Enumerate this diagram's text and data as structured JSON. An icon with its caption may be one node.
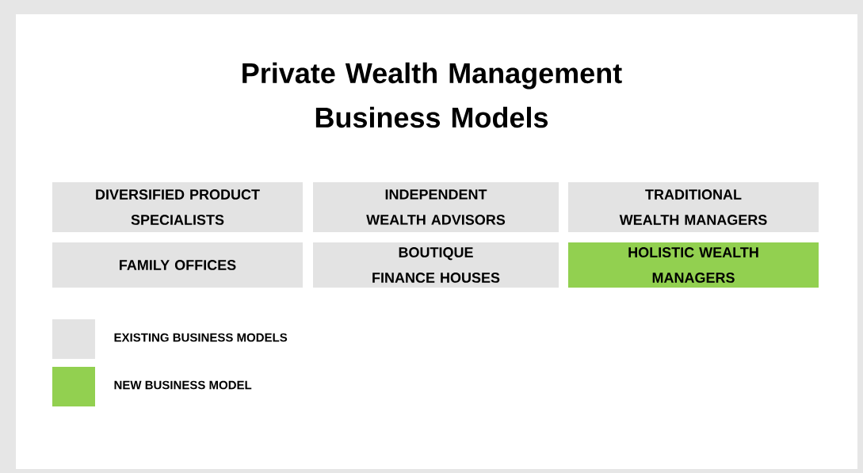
{
  "diagram": {
    "title": "Private Wealth Management Business Models",
    "nodes": [
      {
        "text": [
          "DIVERSIFIED PRODUCT SPECIALISTS"
        ]
      },
      {
        "text": [
          "INDEPENDENT WEALTH ADVISORS"
        ]
      },
      {
        "text": [
          "TRADITIONAL WEALTH MANAGERS"
        ]
      },
      {
        "text": [
          "FAMILY OFFICES"
        ]
      },
      {
        "text": [
          "BOUTIQUE FINANCE HOUSES"
        ]
      },
      {
        "text": [
          "HOLISTIC WEALTH MANAGERS"
        ]
      }
    ],
    "legend": [
      {
        "text": "EXISTING BUSINESS MODELS",
        "color": "#e3e3e3"
      },
      {
        "text": "NEW BUSINESS MODEL",
        "color": "#92d050"
      }
    ]
  }
}
